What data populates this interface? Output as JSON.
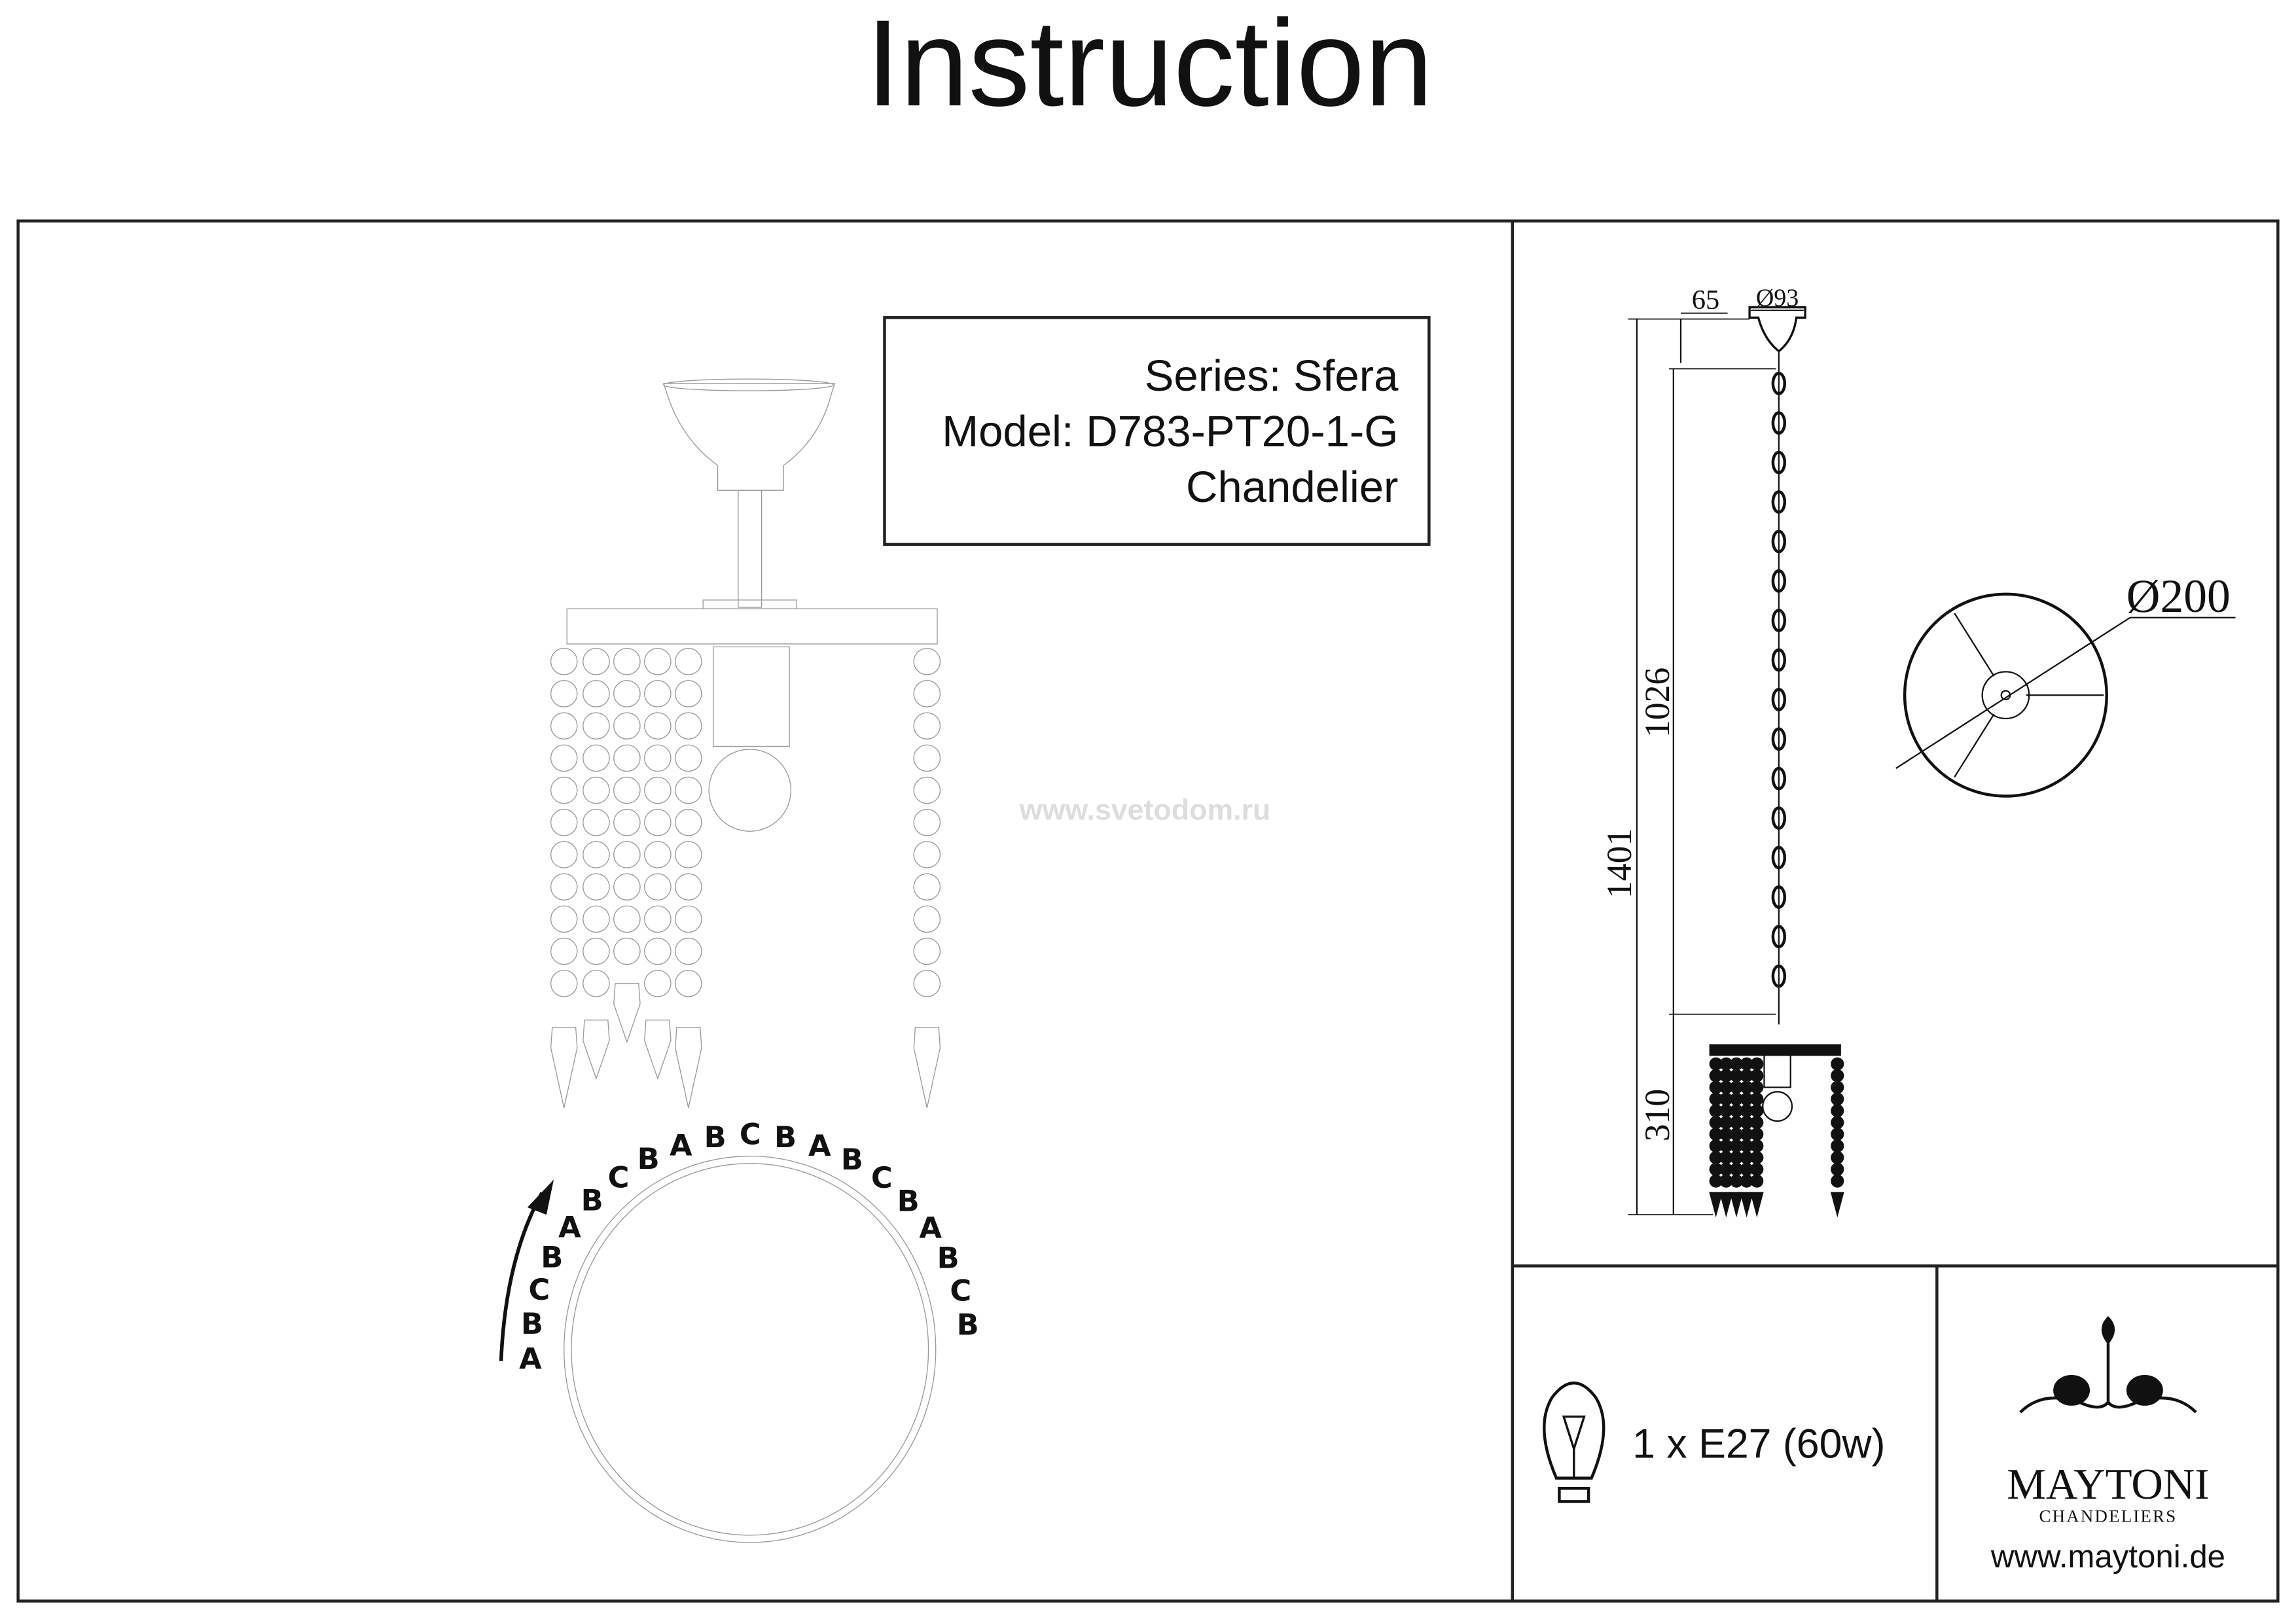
{
  "title": "Instruction",
  "info": {
    "series": "Series: Sfera",
    "model": "Model: D783-PT20-1-G",
    "type": "Chandelier"
  },
  "watermark": "www.svetodom.ru",
  "assembly_sequence": [
    "A",
    "B",
    "C",
    "B",
    "A",
    "B",
    "C",
    "B",
    "A",
    "B",
    "C",
    "B",
    "A",
    "B",
    "C",
    "B",
    "A",
    "B",
    "C",
    "B"
  ],
  "dimensions": {
    "canopy_height": "65",
    "canopy_diameter": "Ø93",
    "chain_length": "1026",
    "total_height": "1401",
    "body_height": "310",
    "body_diameter": "Ø200"
  },
  "lamp": {
    "icon": "light-bulb-icon",
    "spec": "1 x E27 (60w)"
  },
  "brand": {
    "name": "MAYTONI",
    "subtitle": "CHANDELIERS",
    "website": "www.maytoni.de"
  }
}
